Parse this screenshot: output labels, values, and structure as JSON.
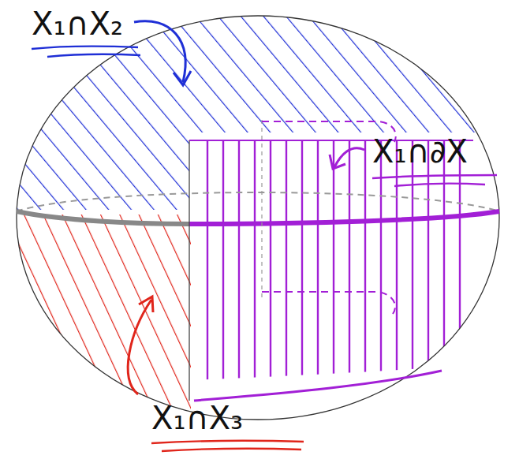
{
  "diagram": {
    "labels": [
      "X₁∩X₂",
      "X₁∩∂X",
      "X₁∩X₃"
    ]
  }
}
